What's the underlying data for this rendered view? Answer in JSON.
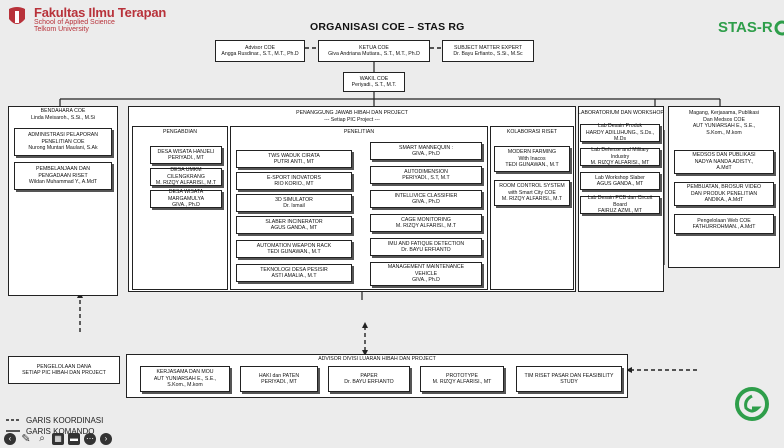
{
  "header": {
    "logo_line1": "Fakultas Ilmu Terapan",
    "logo_line2": "School of Applied Science",
    "logo_line3": "Telkom University",
    "title": "ORGANISASI COE – STAS RG",
    "brand": "STAS-R"
  },
  "top": {
    "advisor_title": "Advisor COE",
    "advisor_name": "Angga Rusdinar., S.T., M.T., Ph.D",
    "ketua_title": "KETUA COE",
    "ketua_name": "Giva Andriana Mutiara., S.T., M.T., Ph.D",
    "sme_title": "SUBJECT MATTER EXPERT",
    "sme_name": "Dr. Bayu Erfianto., S.Si., M.Sc",
    "wakil_title": "WAKIL COE",
    "wakil_name": "Periyadi., S.T., M.T."
  },
  "bendahara": {
    "title": "BENDAHARA COE",
    "name": "Linda Meisaroh., S.Si., M.Si",
    "admin": [
      "ADMINISTRASI PELAPORAN",
      "PENELITIAN COE",
      "Nurong Muntari Maulani, S.Ak"
    ],
    "pembelanjaan": [
      "PEMBELANJAAN DAN",
      "PENGADAAN RISET",
      "Wildan Muhammad Y., A.MdT"
    ]
  },
  "pj": {
    "title": "PENANGGUNG JAWAB HIBAH DAN PROJECT",
    "subtitle": "--- Setiap PIC Project ---",
    "pengabdian": "PENGABDIAN",
    "penelitian": "PENELITIAN",
    "kolaborasi": "KOLABORASI RISET"
  },
  "pengabdian_items": [
    [
      "DESA WISATA HANJELI",
      "PERIYADI., MT"
    ],
    [
      "DESA UMKM CILENGKRANG",
      "M. RIZQY ALFARISI., M.T"
    ],
    [
      "DESA WISATA MARGAMULYA",
      "GIVA., Ph.D"
    ]
  ],
  "penelitian_left": [
    [
      "TWS WADUK CIRATA",
      "PUTRI ANTI., MT"
    ],
    [
      "E-SPORT INOVATORS",
      "RIO KORIO., MT"
    ],
    [
      "3D SIMULATOR",
      "Dr. Ismail"
    ],
    [
      "SLABER INCINERATOR",
      "AGUS GANDA., MT"
    ],
    [
      "AUTOMATION WEAPON RACK",
      "TEDI GUNAWAN., M.T"
    ],
    [
      "TEKNOLOGI DESA PESISIR",
      "ASTI AMALIA., M.T"
    ]
  ],
  "penelitian_right": [
    [
      "SMART MANNEQUIN :",
      "GIVA., Ph.D"
    ],
    [
      "AUTODIMENSION",
      "PERIYADI., S.T, M.T"
    ],
    [
      "INTELLIVICE CLASSIFIER",
      "GIVA., Ph.D"
    ],
    [
      "CAGE MONITORING",
      "M. RIZQY ALFARISI., M.T"
    ],
    [
      "IMU AND FATIQUE DETECTION",
      "Dr. BAYU ERFIANTO"
    ],
    [
      "MANAGEMENT MAINTENANCE",
      "VEHICLE",
      "GIVA., Ph.D"
    ]
  ],
  "kolaborasi_items": [
    [
      "MODERN FARMING",
      "With Inacos",
      "TEDI GUNAWAN., M.T"
    ],
    [
      "ROOM CONTROL SYSTEM",
      "with Smart City COE",
      "M. RIZQY ALFARISI., M.T"
    ]
  ],
  "lab": {
    "title": "LABORATORIUM DAN WORKSHOP",
    "items": [
      [
        "Lab Desain Produk",
        "HARDY ADILUHUNG., S.Ds., M.Ds"
      ],
      [
        "Lab Defense and Military Industry",
        "M. RIZQY ALFARISI., MT"
      ],
      [
        "Lab Workshop Slaber",
        "AGUS GANDA., MT"
      ],
      [
        "Lab Desain PCB dan Circuit Board",
        "FAIRUZ AZMI., MT"
      ]
    ]
  },
  "magang": {
    "title": [
      "Magang, Kerjasama, Publikasi",
      "Dan Medsos COE",
      "AUT YUNIARSAH E., S.E.,",
      "S.Kom., M.kom"
    ],
    "items": [
      [
        "MEDSOS DAN PUBLIKASI",
        "NADYA NANDA ADISTY.,",
        "A.MdT"
      ],
      [
        "PEMBUATAN, BROSUR VIDEO",
        "DAN PRODUK PENELITIAN",
        "ANDIKA., A.MdT"
      ],
      [
        "Pengelolaan Web COE",
        "FATHURROHMAN., A.MdT"
      ]
    ]
  },
  "dana": [
    "PENGELOLAAN DANA",
    "SETIAP PIC HIBAH DAN PROJECT"
  ],
  "advisor_divisi": {
    "title": "ADVISOR DIVISI LUARAN HIBAH DAN PROJECT",
    "items": [
      [
        "KERJASAMA DAN MOU",
        "AUT YUNIARSAH E., S.E.,",
        "S.Kom., M.kom"
      ],
      [
        "HAKI dan PATEN",
        "PERIYADI., MT"
      ],
      [
        "PAPER",
        "Dr. BAYU ERFIANTO"
      ],
      [
        "PROTOTYPE",
        "M. RIZQY ALFARISI., MT"
      ],
      [
        "TIM RISET PASAR DAN FEASIBILITY STUDY"
      ]
    ]
  },
  "legend": {
    "koordinasi": "GARIS KOORDINASI",
    "komando": "GARIS KOMANDO"
  }
}
